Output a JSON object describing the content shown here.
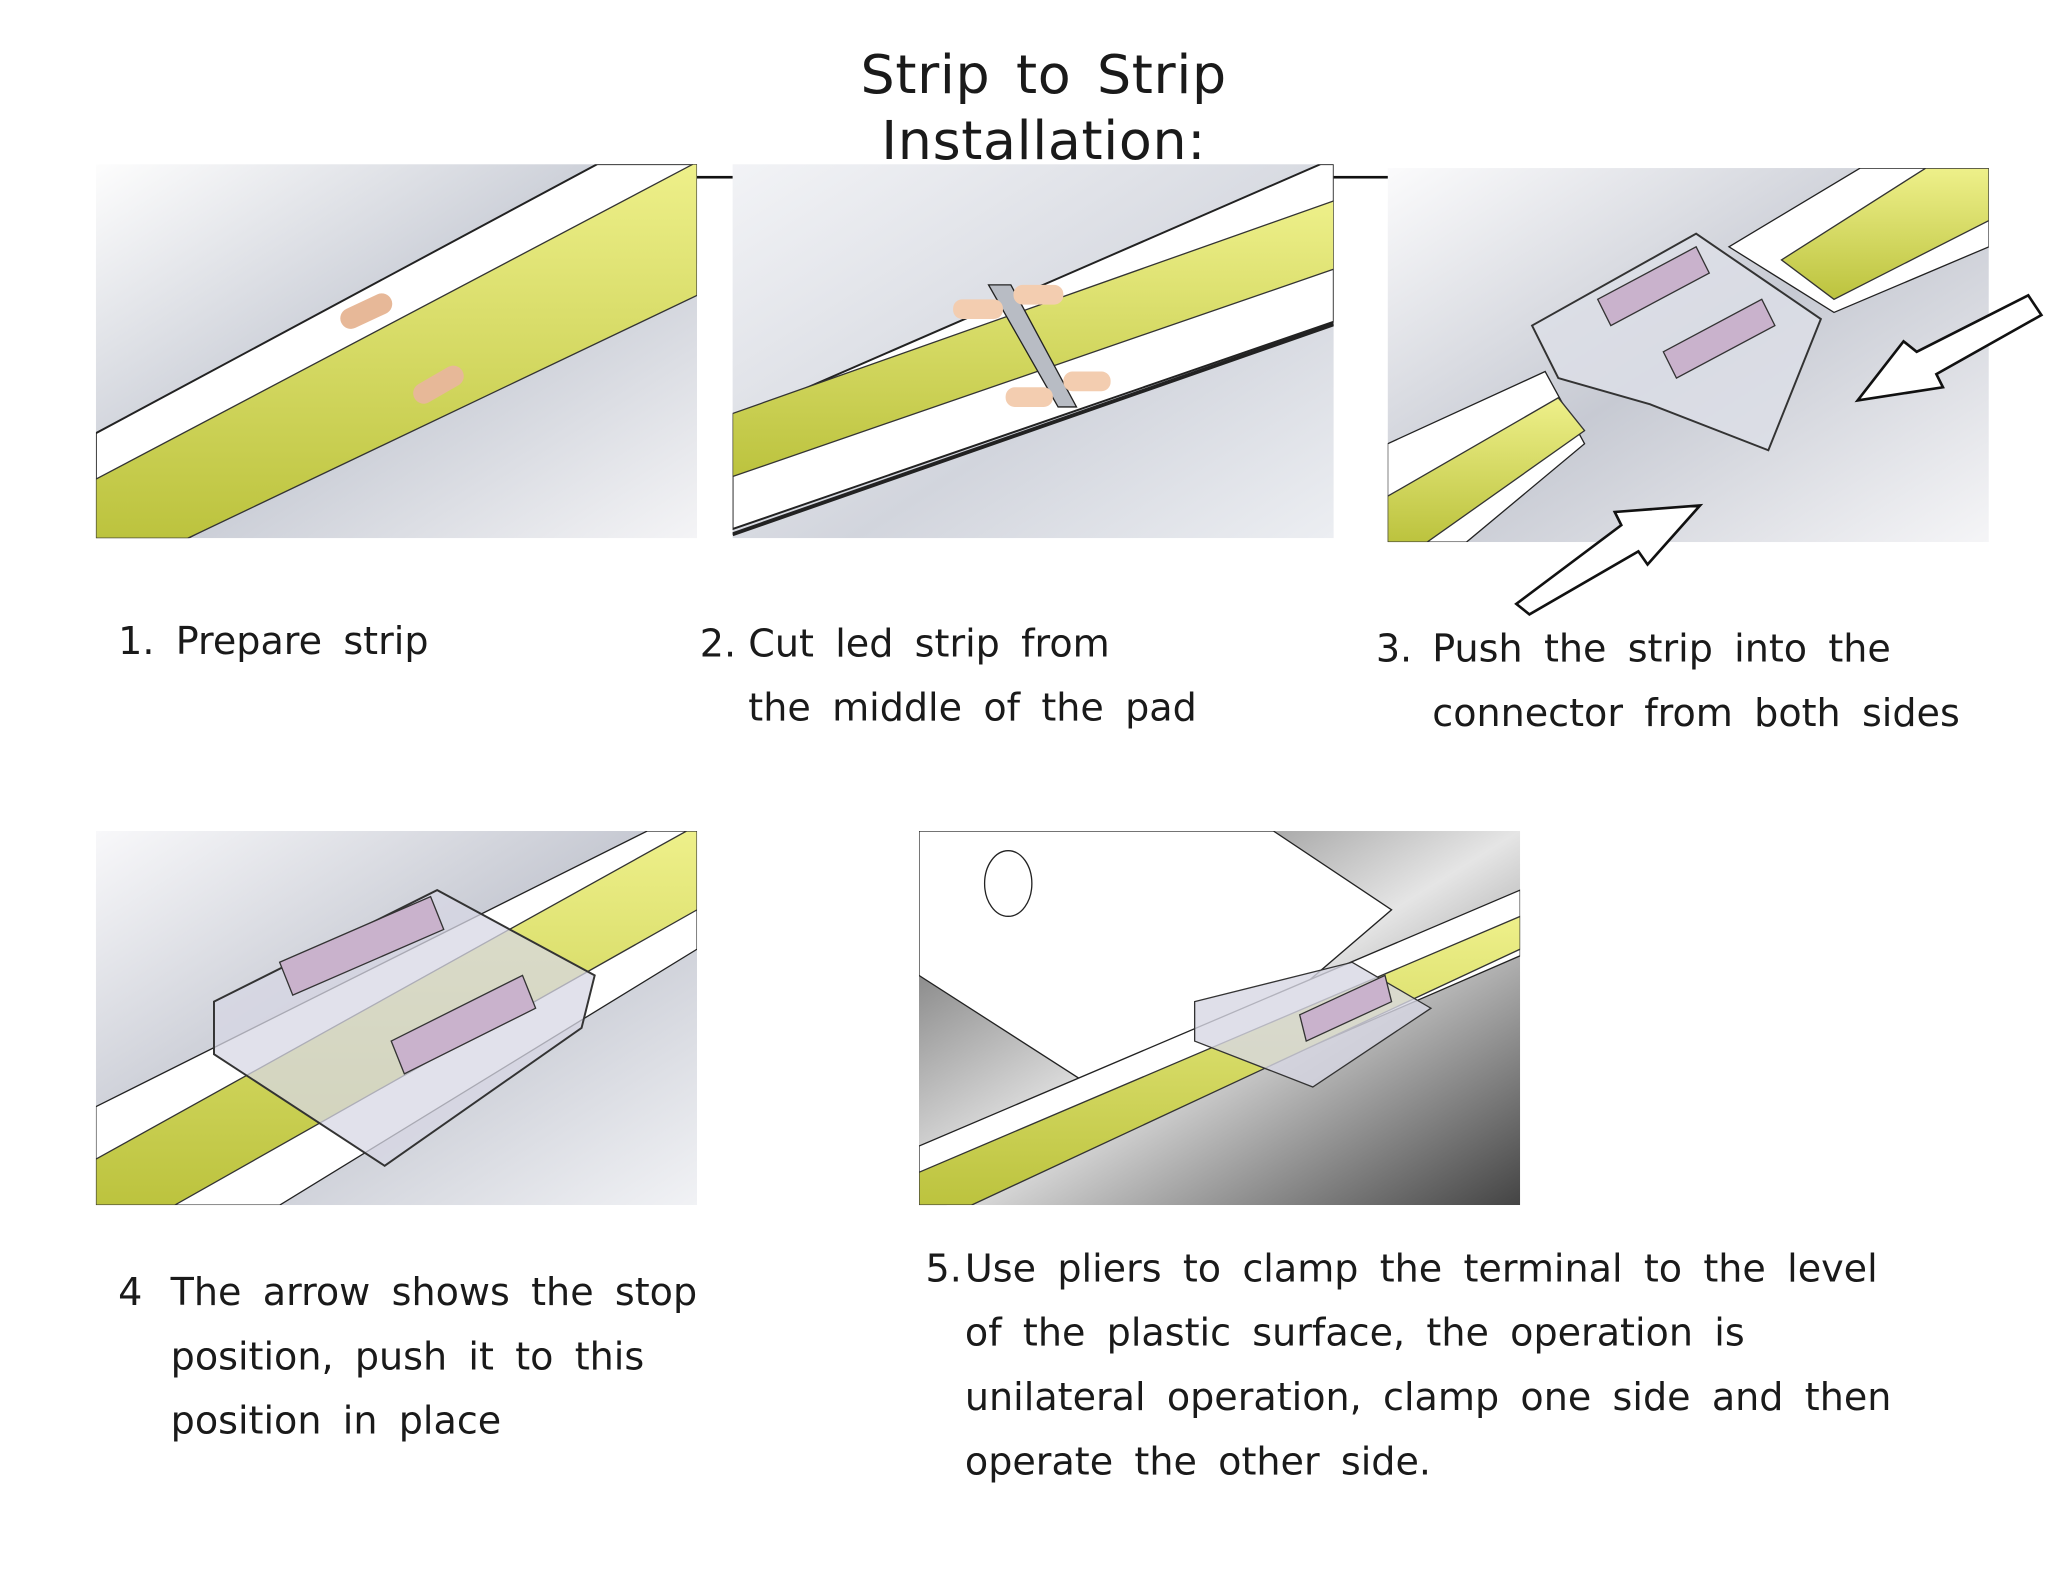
{
  "title": "Strip to Strip Installation:",
  "colors": {
    "strip_yellow": "#dde266",
    "pad_copper": "#e7b898",
    "connector_purple": "#c9b2cc"
  },
  "steps": [
    {
      "number": "1.",
      "lines": [
        "Prepare strip"
      ]
    },
    {
      "number": "2.",
      "lines": [
        "Cut led strip from",
        "the middle of the pad"
      ]
    },
    {
      "number": "3.",
      "lines": [
        "Push the strip into the",
        "connector from both sides"
      ]
    },
    {
      "number": "4",
      "lines": [
        "The arrow shows the stop",
        "position, push it to this",
        "position in place"
      ]
    },
    {
      "number": "5.",
      "lines": [
        "Use pliers to clamp the terminal to the level",
        "of the plastic surface, the operation is",
        "unilateral operation, clamp one side and then",
        "operate the other side."
      ]
    }
  ]
}
